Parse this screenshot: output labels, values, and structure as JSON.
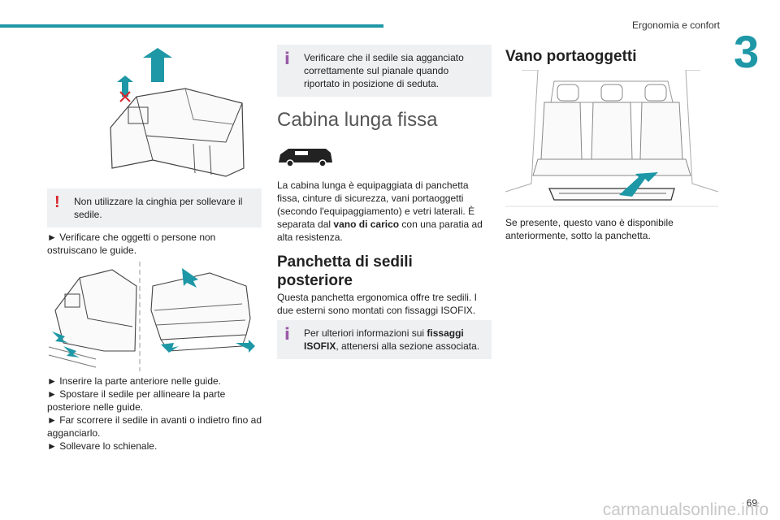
{
  "header": {
    "section": "Ergonomia e confort",
    "chapter": "3"
  },
  "col1": {
    "warning": "Non utilizzare la cinghia per sollevare il sedile.",
    "step1": "► Verificare che oggetti o persone non ostruiscano le guide.",
    "steps": [
      "► Inserire la parte anteriore nelle guide.",
      "► Spostare il sedile per allineare la parte posteriore nelle guide.",
      "► Far scorrere il sedile in avanti o indietro fino ad agganciarlo.",
      "► Sollevare lo schienale."
    ]
  },
  "col2": {
    "info1": "Verificare che il sedile sia agganciato correttamente sul pianale quando riportato in posizione di seduta.",
    "heading1": "Cabina lunga fissa",
    "para1_a": "La cabina lunga è equipaggiata di panchetta fissa, cinture di sicurezza, vani portaoggetti (secondo l'equipaggiamento) e vetri laterali. È separata dal ",
    "para1_bold": "vano di carico",
    "para1_b": " con una paratia ad alta resistenza.",
    "heading2": "Panchetta di sedili posteriore",
    "para2": "Questa panchetta ergonomica offre tre sedili. I due esterni sono montati con fissaggi ISOFIX.",
    "info2_a": "Per ulteriori informazioni sui ",
    "info2_bold": "fissaggi ISOFIX",
    "info2_b": ", attenersi alla sezione associata."
  },
  "col3": {
    "heading": "Vano portaoggetti",
    "para": "Se presente, questo vano è disponibile anteriormente, sotto la panchetta."
  },
  "footer": {
    "page": "69",
    "watermark": "carmanualsonline.info"
  },
  "colors": {
    "accent": "#1e97a6",
    "warning": "#d8262e",
    "info": "#9b5aa8",
    "box_bg": "#eef0f2"
  }
}
